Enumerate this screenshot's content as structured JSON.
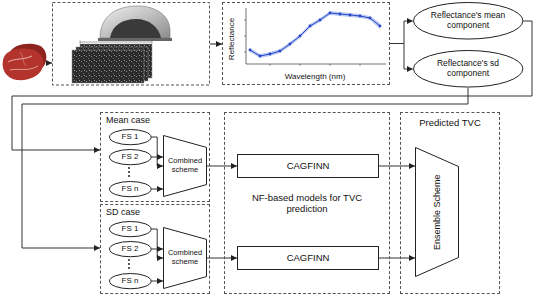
{
  "diagram": {
    "nodes": [
      {
        "text": [
          "Reflectance",
          "Wavelength (nm)"
        ]
      },
      {
        "text": [
          "Reflectance's mean component"
        ]
      },
      {
        "text": [
          "Reflectance's sd component"
        ]
      },
      {
        "text": [
          "Mean case"
        ]
      },
      {
        "text": [
          "FS 1"
        ],
        "in": 3
      },
      {
        "text": [
          "FS 2"
        ],
        "in": 3
      },
      {
        "text": [
          "FS n"
        ],
        "in": 3
      },
      {
        "text": [
          "Combined scheme"
        ],
        "in": 3
      },
      {
        "text": [
          "SD case"
        ]
      },
      {
        "text": [
          "FS 1"
        ],
        "in": 8
      },
      {
        "text": [
          "FS 2"
        ],
        "in": 8
      },
      {
        "text": [
          "FS n"
        ],
        "in": 8
      },
      {
        "text": [
          "Combined scheme"
        ],
        "in": 8
      },
      {
        "text": [
          "NF-based models for TVC prediction"
        ]
      },
      {
        "text": [
          "CAGFINN"
        ],
        "in": 13
      },
      {
        "text": [
          "CAGFINN"
        ],
        "in": 13
      },
      {
        "text": [
          "Predicted TVC"
        ]
      },
      {
        "text": [
          "Ensemble Scheme"
        ],
        "in": 16
      }
    ],
    "edges": [
      {
        "from": 0,
        "to": 1,
        "arrow": "to"
      },
      {
        "from": 0,
        "to": 2,
        "arrow": "to"
      },
      {
        "from": 1,
        "to": 3,
        "arrow": "to"
      },
      {
        "from": 2,
        "to": 8,
        "arrow": "to"
      },
      {
        "from": 4,
        "to": 7,
        "arrow": "to"
      },
      {
        "from": 5,
        "to": 7,
        "arrow": "to"
      },
      {
        "from": 6,
        "to": 7,
        "arrow": "to"
      },
      {
        "from": 9,
        "to": 12,
        "arrow": "to"
      },
      {
        "from": 10,
        "to": 12,
        "arrow": "to"
      },
      {
        "from": 11,
        "to": 12,
        "arrow": "to"
      },
      {
        "from": 7,
        "to": 14,
        "arrow": "to"
      },
      {
        "from": 12,
        "to": 15,
        "arrow": "to"
      },
      {
        "from": 14,
        "to": 17,
        "arrow": "to"
      },
      {
        "from": 15,
        "to": 17,
        "arrow": "to"
      }
    ]
  }
}
